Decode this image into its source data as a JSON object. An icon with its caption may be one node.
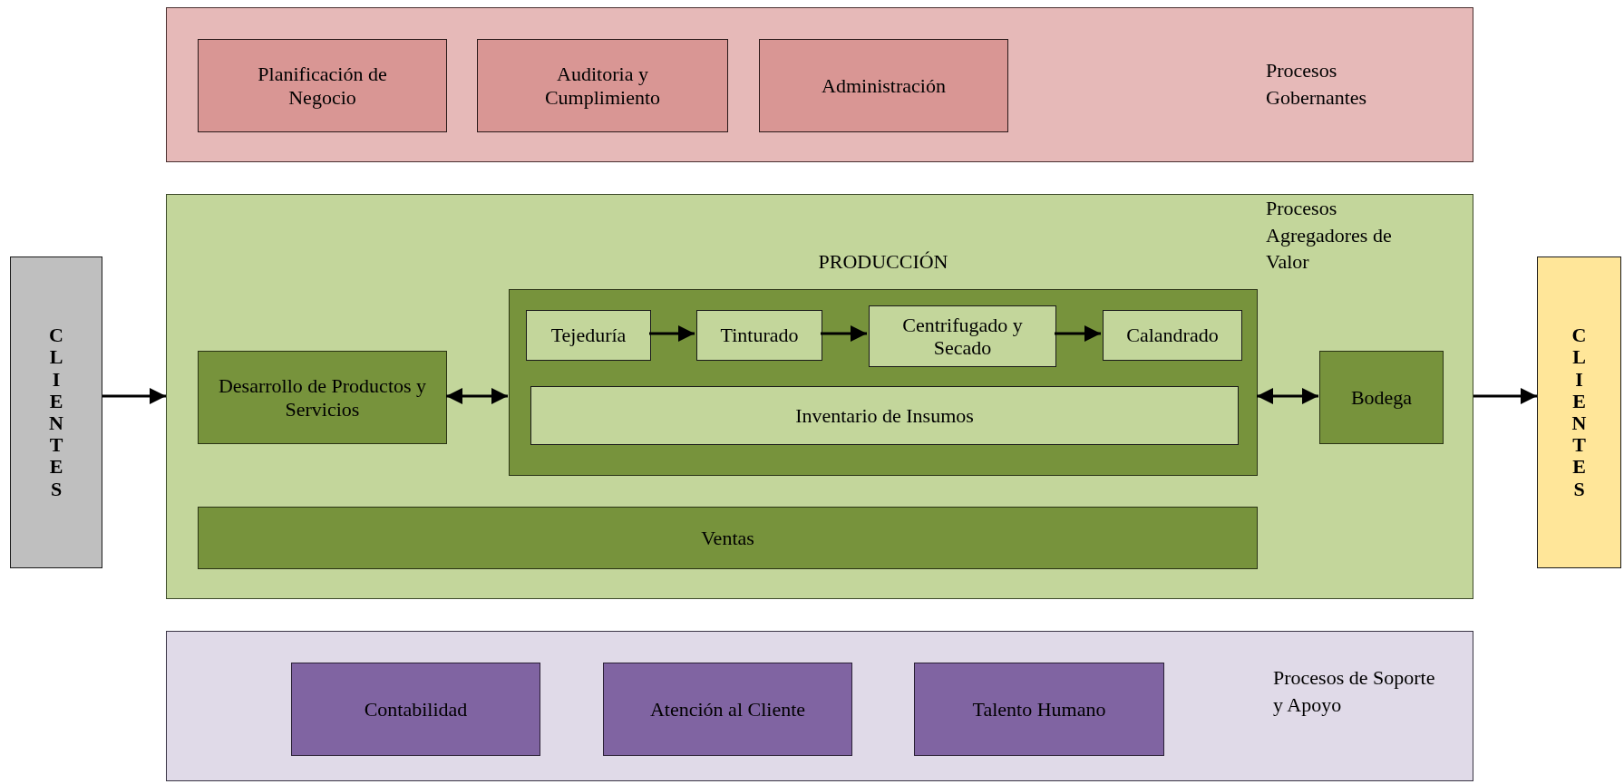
{
  "diagram": {
    "nodes": [
      {
        "text": [
          "Procesos Gobernantes"
        ]
      },
      {
        "text": [
          "Planificación de Negocio"
        ],
        "in": 0
      },
      {
        "text": [
          "Auditoria y Cumplimiento"
        ],
        "in": 0
      },
      {
        "text": [
          "Administración"
        ],
        "in": 0
      },
      {
        "text": [
          "CLIENTES"
        ]
      },
      {
        "text": [
          "Procesos Agregadores de Valor"
        ]
      },
      {
        "text": [
          "Desarrollo de Productos y Servicios"
        ],
        "in": 5
      },
      {
        "text": [
          "PRODUCCIÓN"
        ],
        "in": 5
      },
      {
        "text": [
          "Tejeduría"
        ],
        "in": 7
      },
      {
        "text": [
          "Tinturado"
        ],
        "in": 7
      },
      {
        "text": [
          "Centrifugado y Secado"
        ],
        "in": 7
      },
      {
        "text": [
          "Calandrado"
        ],
        "in": 7
      },
      {
        "text": [
          "Inventario de Insumos"
        ],
        "in": 7
      },
      {
        "text": [
          "Bodega"
        ],
        "in": 5
      },
      {
        "text": [
          "Ventas"
        ],
        "in": 5
      },
      {
        "text": [
          "CLIENTES"
        ]
      },
      {
        "text": [
          "Procesos de Soporte y Apoyo"
        ]
      },
      {
        "text": [
          "Contabilidad"
        ],
        "in": 16
      },
      {
        "text": [
          "Atención al Cliente"
        ],
        "in": 16
      },
      {
        "text": [
          "Talento Humano"
        ],
        "in": 16
      }
    ],
    "edges": [
      {
        "from": 4,
        "to": 5,
        "arrow": "to"
      },
      {
        "from": 6,
        "to": 7,
        "arrow": "both"
      },
      {
        "from": 8,
        "to": 9,
        "arrow": "to"
      },
      {
        "from": 9,
        "to": 10,
        "arrow": "to"
      },
      {
        "from": 10,
        "to": 11,
        "arrow": "to"
      },
      {
        "from": 7,
        "to": 13,
        "arrow": "both"
      },
      {
        "from": 5,
        "to": 15,
        "arrow": "to"
      }
    ]
  }
}
